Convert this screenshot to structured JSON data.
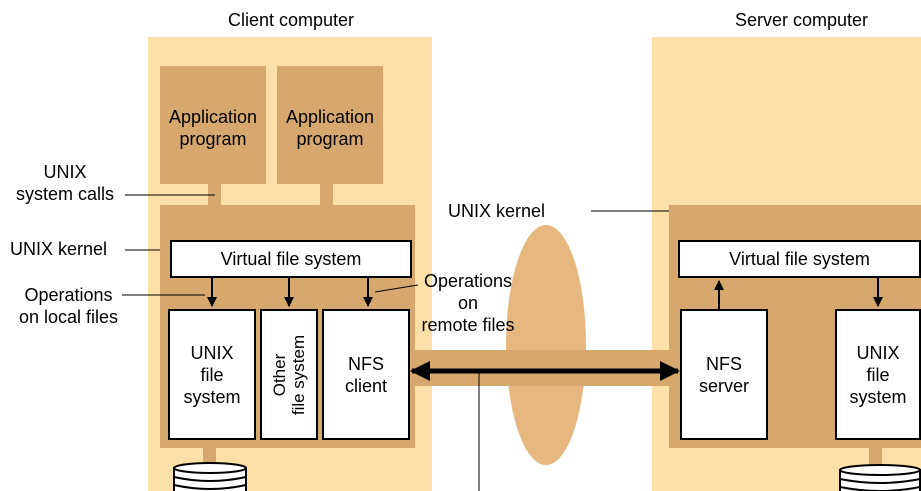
{
  "client": {
    "title": "Client computer",
    "apps": [
      {
        "line1": "Application",
        "line2": "program"
      },
      {
        "line1": "Application",
        "line2": "program"
      }
    ],
    "vfs": "Virtual file system",
    "unix_fs": {
      "line1": "UNIX",
      "line2": "file",
      "line3": "system"
    },
    "other_fs": {
      "line1": "Other",
      "line2": "file system"
    },
    "nfs_client": {
      "line1": "NFS",
      "line2": "client"
    }
  },
  "server": {
    "title": "Server computer",
    "vfs": "Virtual file system",
    "nfs_server": {
      "line1": "NFS",
      "line2": "server"
    },
    "unix_fs": {
      "line1": "UNIX",
      "line2": "file",
      "line3": "system"
    }
  },
  "labels": {
    "syscalls": {
      "line1": "UNIX",
      "line2": "system calls"
    },
    "unix_kernel_left": "UNIX kernel",
    "unix_kernel_center": "UNIX kernel",
    "local_ops": {
      "line1": "Operations",
      "line2": "on local files"
    },
    "remote_ops": {
      "line1": "Operations",
      "line2": "on",
      "line3": "remote files"
    }
  },
  "colors": {
    "computer_background": "#fde0a8",
    "kernel_background": "#d7a86e",
    "network_ellipse": "#e6b880"
  }
}
